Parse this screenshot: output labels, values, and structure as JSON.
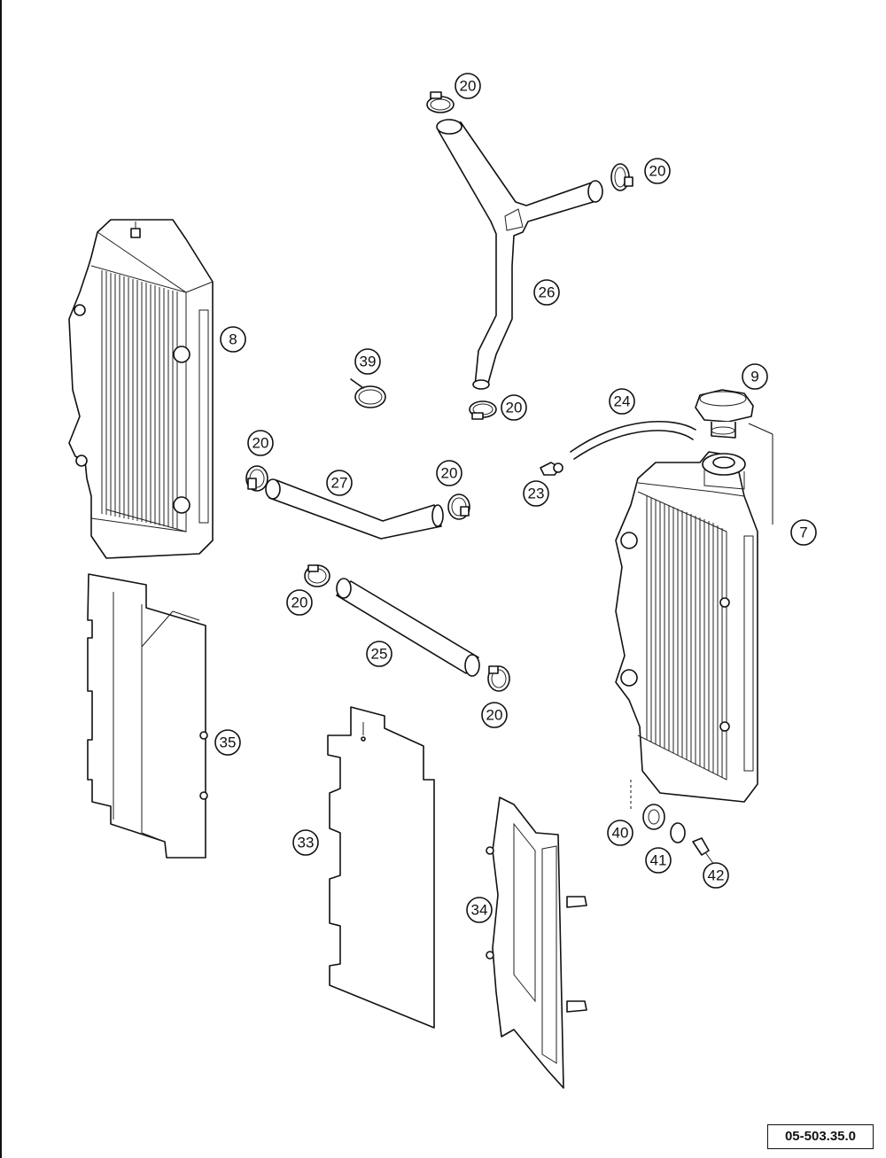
{
  "diagram": {
    "drawing_code": "05-503.35.0",
    "callouts": [
      "20",
      "20",
      "26",
      "8",
      "39",
      "20",
      "9",
      "24",
      "20",
      "27",
      "20",
      "23",
      "7",
      "20",
      "25",
      "20",
      "35",
      "33",
      "34",
      "40",
      "41",
      "42"
    ]
  }
}
